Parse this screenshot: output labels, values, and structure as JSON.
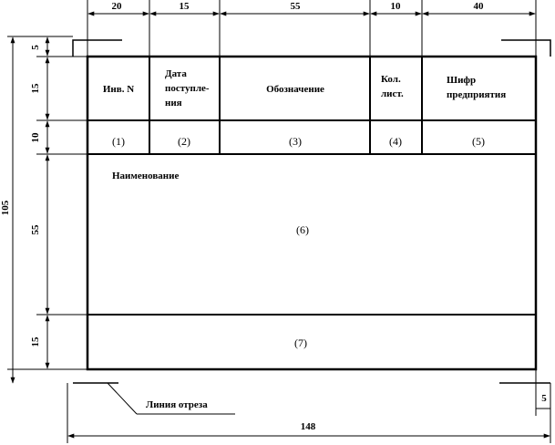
{
  "top_dimensions": [
    "20",
    "15",
    "55",
    "10",
    "40"
  ],
  "left_dimensions": {
    "d5": "5",
    "d15_top": "15",
    "d10": "10",
    "d55": "55",
    "d15_bottom": "15",
    "total": "105"
  },
  "bottom_dimensions": {
    "width": "148",
    "margin": "5"
  },
  "header_cells": {
    "inv_no": "Инв. N",
    "date_line1": "Дата",
    "date_line2": "поступле-",
    "date_line3": "ния",
    "designation": "Обозначение",
    "sheets_line1": "Кол.",
    "sheets_line2": "лист.",
    "code_line1": "Шифр",
    "code_line2": "предприятия"
  },
  "index_cells": [
    "(1)",
    "(2)",
    "(3)",
    "(4)",
    "(5)"
  ],
  "name_label": "Наименование",
  "name_index": "(6)",
  "bottom_index": "(7)",
  "cut_line_label": "Линия отреза"
}
